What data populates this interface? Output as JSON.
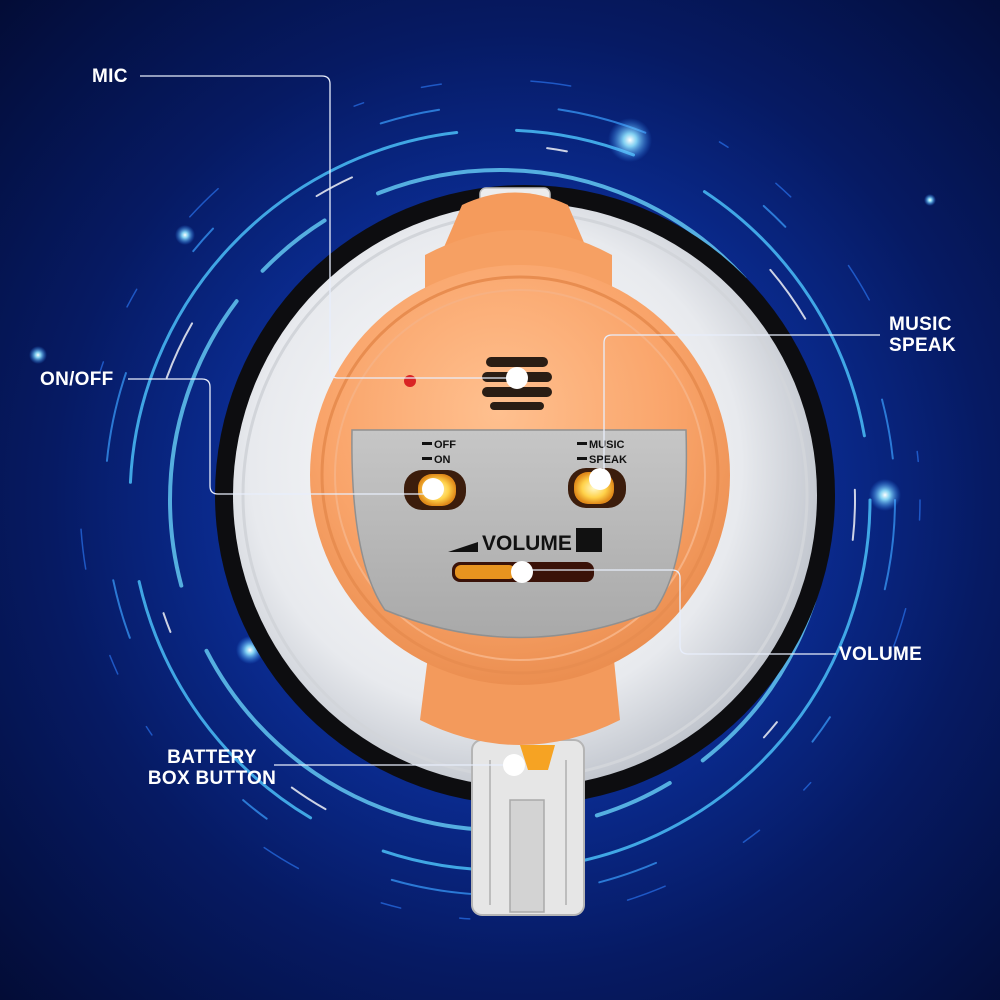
{
  "callouts": {
    "mic": "MIC",
    "on_off": "ON/OFF",
    "music_speak": [
      "MUSIC",
      "SPEAK"
    ],
    "volume": "VOLUME",
    "battery_box_button": [
      "BATTERY",
      "BOX BUTTON"
    ]
  },
  "panel": {
    "switch_left_top": "OFF",
    "switch_left_bottom": "ON",
    "switch_right_top": "MUSIC",
    "switch_right_bottom": "SPEAK",
    "volume_label": "VOLUME"
  },
  "colors": {
    "background": "#0b2f9a",
    "housing_orange": "#f9a66b",
    "bell_white": "#e9ebee",
    "panel_gray": "#b9b9b9",
    "glow_cyan": "#5fd6ff"
  }
}
